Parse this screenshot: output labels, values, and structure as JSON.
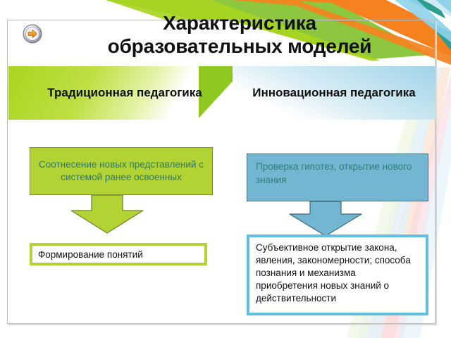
{
  "slide": {
    "title_line1": "Характеристика",
    "title_line2": "образовательных моделей",
    "bullet_icon": "circle-arrow-right-icon"
  },
  "columns": [
    {
      "id": "traditional",
      "heading": "Традиционная педагогика",
      "accent": "#b2d334",
      "band_accent": "#a8d520",
      "text_color": "#2a7a6f",
      "steps": [
        {
          "id": "step-1",
          "style": "filled",
          "text": "Соотнесение новых представлений с системой ранее освоенных"
        },
        {
          "id": "step-2",
          "style": "outline",
          "text": "Формирование понятий"
        }
      ],
      "arrow": {
        "name": "down-arrow-green",
        "color": "#b2d334",
        "stroke": "#7b8f2c"
      }
    },
    {
      "id": "innovative",
      "heading": "Инновационная педагогика",
      "accent": "#72b6d2",
      "band_accent": "#9ed3e8",
      "text_color": "#2f7f78",
      "steps": [
        {
          "id": "step-1",
          "style": "filled",
          "text": "Проверка гипотез, открытие нового знания"
        },
        {
          "id": "step-2",
          "style": "outline",
          "text": "Субъективное открытие закона, явления, закономерности; способа познания и механизма приобретения новых знаний о действительности"
        }
      ],
      "arrow": {
        "name": "down-arrow-blue",
        "color": "#72b6d2",
        "stroke": "#3f6d80"
      }
    }
  ],
  "decor": {
    "ribbon_colors": [
      "#f5821f",
      "#8dc63f",
      "#2b9e8f",
      "#8fd3ea",
      "#bfe2ef"
    ],
    "pastel_colors": [
      "#fbe3d0",
      "#dff0f8",
      "#eef7dd",
      "#f7d9e3"
    ],
    "frame_color": "#bdbdbd"
  }
}
